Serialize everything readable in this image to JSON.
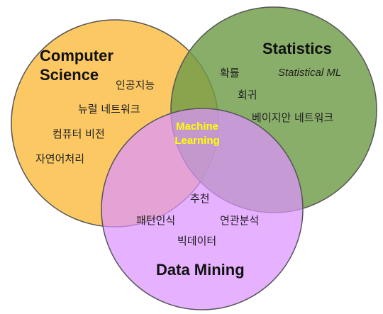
{
  "colors": {
    "computer_science": "#fbb938",
    "statistics": "#74a04e",
    "data_mining": "#dd93ff",
    "outline": "#555555",
    "center_text": "#ffff00"
  },
  "computer_science": {
    "title_line1": "Computer",
    "title_line2": "Science",
    "items": [
      "인공지능",
      "뉴럴 네트워크",
      "컴퓨터 비전",
      "자연어처리"
    ]
  },
  "statistics": {
    "title": "Statistics",
    "subtitle": "Statistical ML",
    "items": [
      "확률",
      "회귀",
      "베이지안 네트워크"
    ]
  },
  "data_mining": {
    "title": "Data Mining",
    "items": [
      "추천",
      "패턴인식",
      "연관분석",
      "빅데이터"
    ]
  },
  "center": {
    "line1": "Machine",
    "line2": "Learning"
  }
}
